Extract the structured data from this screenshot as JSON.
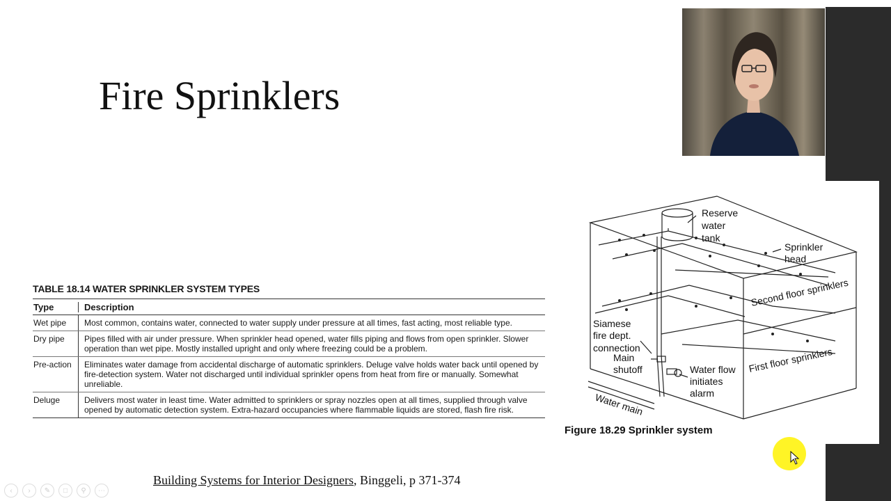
{
  "slide": {
    "title": "Fire Sprinklers"
  },
  "table": {
    "caption": "TABLE 18.14 WATER SPRINKLER SYSTEM TYPES",
    "headers": {
      "type": "Type",
      "description": "Description"
    },
    "rows": [
      {
        "type": "Wet pipe",
        "description": "Most common, contains water, connected to water supply under pressure at all times, fast acting, most reliable type."
      },
      {
        "type": "Dry pipe",
        "description": "Pipes filled with air under pressure. When sprinkler head opened, water fills piping and flows from open sprinkler. Slower operation than wet pipe. Mostly installed upright and only where freezing could be a problem."
      },
      {
        "type": "Pre-action",
        "description": "Eliminates water damage from accidental discharge of automatic sprinklers. Deluge valve holds water back until opened by fire-detection system. Water not discharged until individual sprinkler opens from heat from fire or manually. Somewhat unreliable."
      },
      {
        "type": "Deluge",
        "description": "Delivers most water in least time. Water admitted to sprinklers or spray nozzles open at all times, supplied through valve opened by automatic detection system. Extra-hazard occupancies where flammable liquids are stored, flash fire risk."
      }
    ]
  },
  "figure": {
    "caption": "Figure 18.29 Sprinkler system",
    "labels": {
      "reserve_1": "Reserve",
      "reserve_2": "water",
      "reserve_3": "tank",
      "head_1": "Sprinkler",
      "head_2": "head",
      "second_floor": "Second floor sprinklers",
      "first_floor": "First floor sprinklers",
      "siamese_1": "Siamese",
      "siamese_2": "fire dept.",
      "siamese_3": "connection",
      "main_1": "Main",
      "main_2": "shutoff",
      "flow_1": "Water flow",
      "flow_2": "initiates",
      "flow_3": "alarm",
      "water_main": "Water main"
    }
  },
  "source": {
    "book": "Building Systems for Interior Designers",
    "rest": ", Binggeli, p 371-374"
  },
  "controls": {
    "icons": [
      "chevron-left-icon",
      "chevron-right-icon",
      "pen-icon",
      "copy-icon",
      "zoom-icon",
      "more-icon"
    ]
  }
}
